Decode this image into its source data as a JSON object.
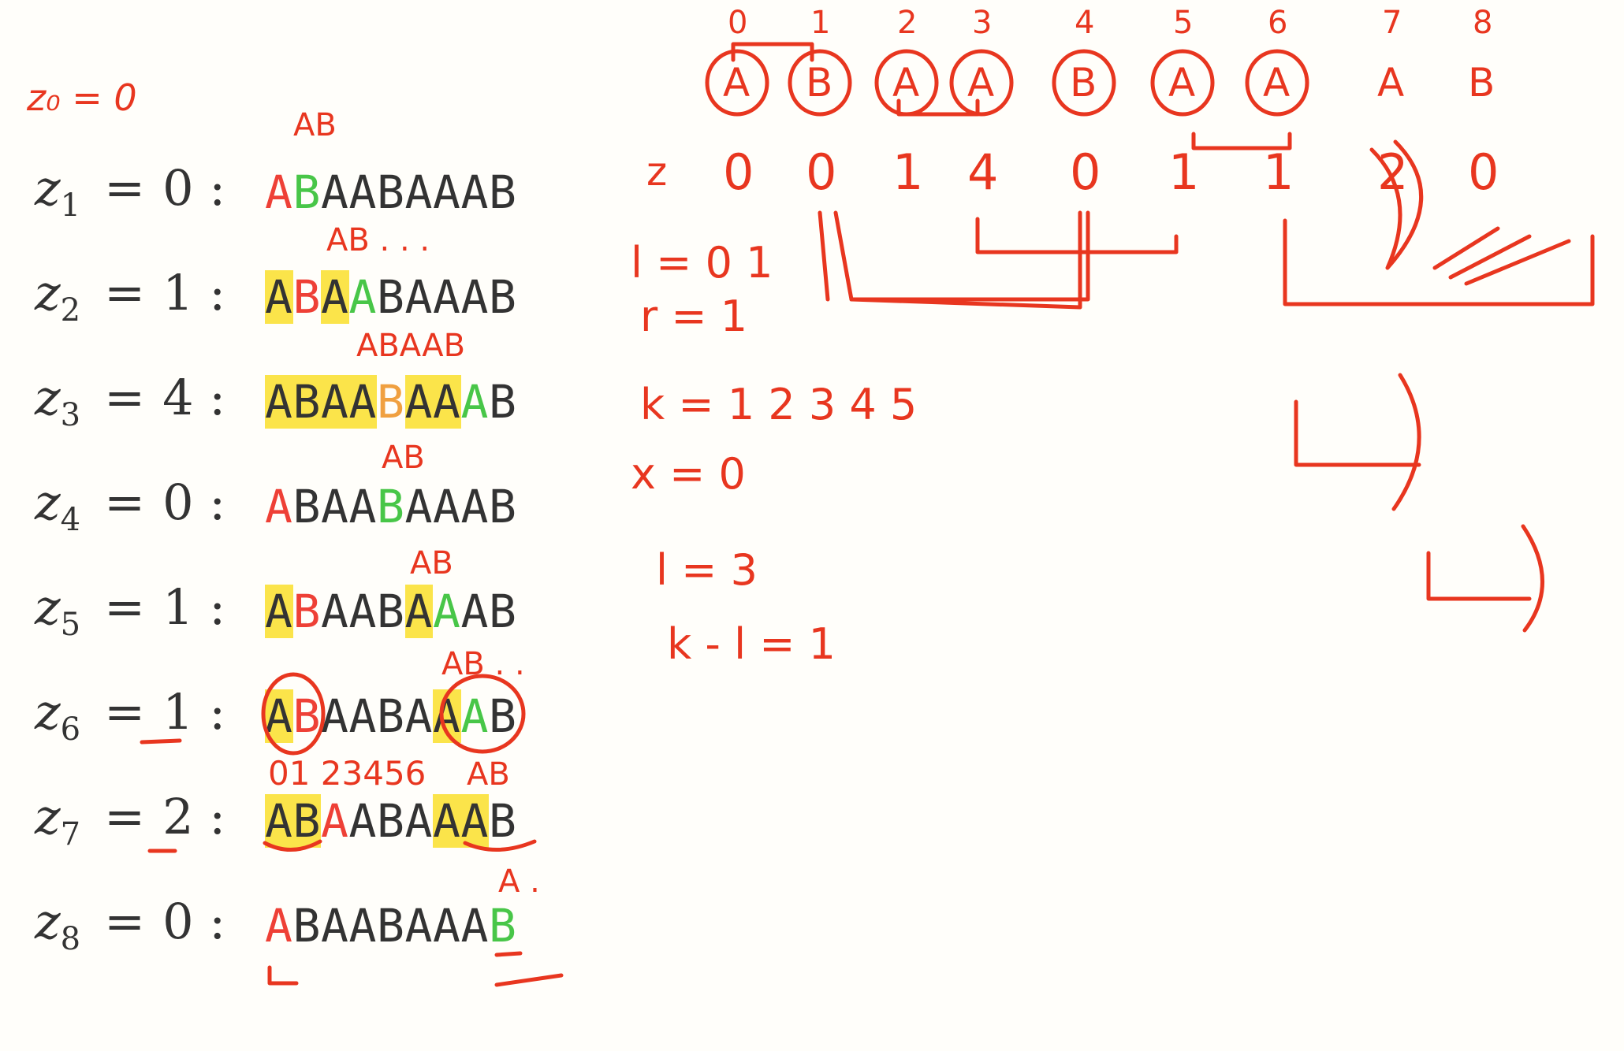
{
  "rows": [
    {
      "label": "z",
      "index": "1",
      "value": "0",
      "chars": "ABAABAAAB",
      "highlight": [],
      "red": [
        0
      ],
      "green": [
        1
      ],
      "orange": []
    },
    {
      "label": "z",
      "index": "2",
      "value": "1",
      "chars": "ABAABAAAB",
      "highlight": [
        0,
        2
      ],
      "red": [
        1
      ],
      "green": [
        3
      ],
      "orange": []
    },
    {
      "label": "z",
      "index": "3",
      "value": "4",
      "chars": "ABAABAAAB",
      "highlight": [
        0,
        1,
        2,
        3,
        5,
        6
      ],
      "red": [],
      "green": [
        7
      ],
      "orange": [
        4
      ]
    },
    {
      "label": "z",
      "index": "4",
      "value": "0",
      "chars": "ABAABAAAB",
      "highlight": [],
      "red": [
        0
      ],
      "green": [
        4
      ],
      "orange": []
    },
    {
      "label": "z",
      "index": "5",
      "value": "1",
      "chars": "ABAABAAAB",
      "highlight": [
        0,
        5
      ],
      "red": [
        1
      ],
      "green": [
        6
      ],
      "orange": []
    },
    {
      "label": "z",
      "index": "6",
      "value": "1",
      "chars": "ABAABAAAB",
      "highlight": [
        0,
        6
      ],
      "red": [
        1
      ],
      "green": [
        7
      ],
      "orange": []
    },
    {
      "label": "z",
      "index": "7",
      "value": "2",
      "chars": "ABAABAAAB",
      "highlight": [
        0,
        1,
        6,
        7
      ],
      "red": [
        2
      ],
      "green": [],
      "orange": []
    },
    {
      "label": "z",
      "index": "8",
      "value": "0",
      "chars": "ABAABAAAB",
      "highlight": [],
      "red": [
        0
      ],
      "green": [
        8
      ],
      "orange": []
    }
  ],
  "annotations": {
    "z0": "z₀ = 0",
    "over_row1": "AB",
    "over_row2": "AB . .  .",
    "over_row3": "ABAAB",
    "over_row4": "AB",
    "over_row5": "AB",
    "over_row6": "AB . .",
    "over_row7_index": "01 23456",
    "over_row7": "AB",
    "over_row8": "A .",
    "top_indices": [
      "0",
      "1",
      "2",
      "3",
      "4",
      "5",
      "6",
      "7",
      "8"
    ],
    "top_letters": [
      "A",
      "B",
      "A",
      "A",
      "B",
      "A",
      "A",
      "A",
      "B"
    ],
    "z_label": "z",
    "z_values": [
      "0",
      "0",
      "1",
      "4",
      "0",
      "1",
      "1",
      "2",
      "0"
    ],
    "l_line1": "l = 0 1",
    "r_line": "r = 1",
    "k_line": "k = 1 2 3 4 5",
    "x_line": "x = 0",
    "l_line2": "l = 3",
    "kl_line": "k - l = 1"
  },
  "colors": {
    "ink": "#e8361f",
    "highlight": "#fbe44a",
    "red": "#ee4036",
    "green": "#48c648",
    "orange": "#f0a040",
    "text": "#333333",
    "background": "#fffefa"
  }
}
